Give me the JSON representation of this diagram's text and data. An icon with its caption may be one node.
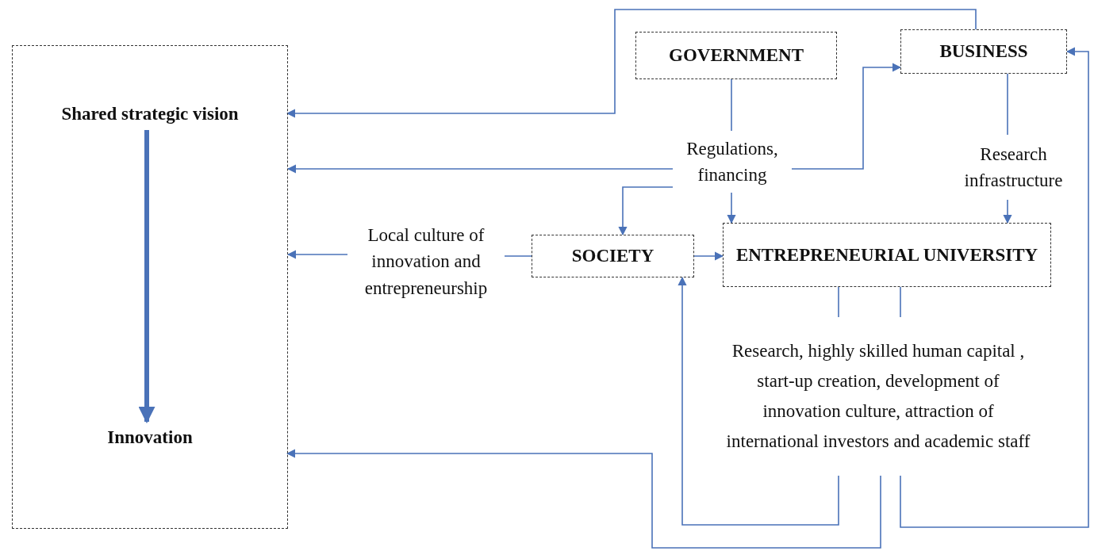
{
  "diagram": {
    "nodes": [
      {
        "text": [],
        "shape": "box"
      },
      {
        "text": [
          "Shared strategic vision"
        ],
        "in": 0
      },
      {
        "text": [
          "Innovation"
        ],
        "in": 0
      },
      {
        "text": [
          "GOVERNMENT"
        ]
      },
      {
        "text": [
          "BUSINESS"
        ]
      },
      {
        "text": [
          "Regulations, financing"
        ]
      },
      {
        "text": [
          "Research infrastructure"
        ]
      },
      {
        "text": [
          "Local culture of innovation and entrepreneurship"
        ]
      },
      {
        "text": [
          "SOCIETY"
        ]
      },
      {
        "text": [
          "ENTREPRENEURIAL UNIVERSITY"
        ]
      },
      {
        "text": [
          "Research, highly skilled human capital , start-up creation, development of innovation culture, attraction of international investors and academic staff"
        ]
      }
    ],
    "edges": [
      {
        "from": 1,
        "to": 2,
        "arrow": "to",
        "style": "thick"
      },
      {
        "from": 4,
        "to": 1,
        "arrow": "to"
      },
      {
        "from": 3,
        "to": 5,
        "arrow": "none"
      },
      {
        "from": 5,
        "to": 0,
        "arrow": "to"
      },
      {
        "from": 5,
        "to": 4,
        "arrow": "to"
      },
      {
        "from": 5,
        "to": 8,
        "arrow": "to"
      },
      {
        "from": 5,
        "to": 9,
        "arrow": "to"
      },
      {
        "from": 4,
        "to": 6,
        "arrow": "none"
      },
      {
        "from": 6,
        "to": 9,
        "arrow": "to"
      },
      {
        "from": 8,
        "to": 7,
        "arrow": "none"
      },
      {
        "from": 7,
        "to": 0,
        "arrow": "to"
      },
      {
        "from": 8,
        "to": 9,
        "arrow": "to"
      },
      {
        "from": 9,
        "to": 10,
        "arrow": "none"
      },
      {
        "from": 9,
        "to": 10,
        "arrow": "none"
      },
      {
        "from": 10,
        "to": 8,
        "arrow": "to"
      },
      {
        "from": 10,
        "to": 2,
        "arrow": "to"
      },
      {
        "from": 10,
        "to": 4,
        "arrow": "to"
      }
    ]
  }
}
